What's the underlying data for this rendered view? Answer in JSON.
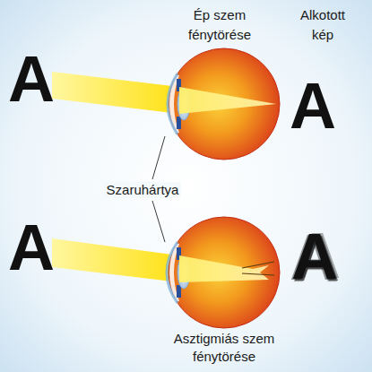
{
  "diagram": {
    "labels": [
      "Ép szem fénytörése",
      "Alkotott kép",
      "A",
      "A",
      "Szaruhártya",
      "A",
      "A",
      "Asztigmiás szem fénytörése"
    ]
  }
}
